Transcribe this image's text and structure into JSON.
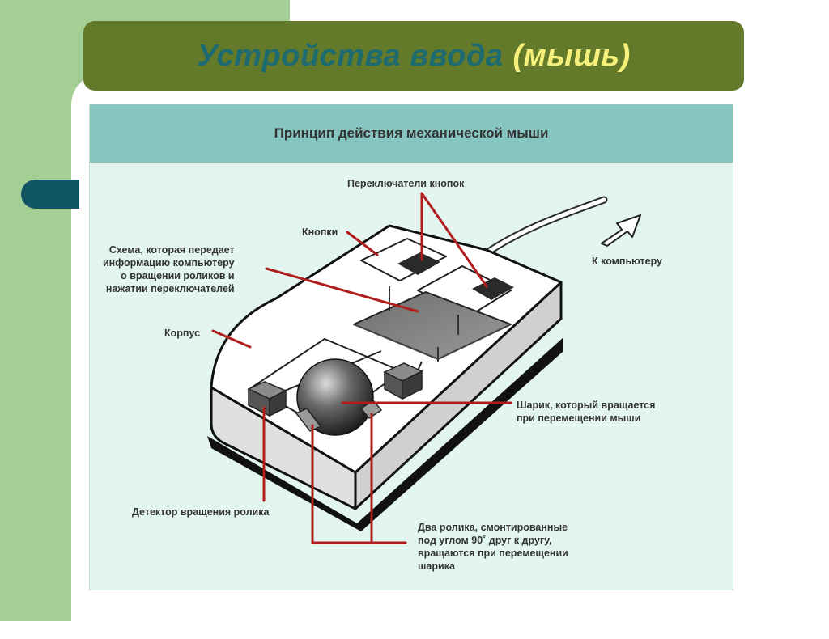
{
  "slide": {
    "title_main": "Устройства ввода",
    "title_accent": "(мышь)"
  },
  "figure": {
    "header": "Принцип действия механической мыши",
    "labels": {
      "switches": "Переключатели кнопок",
      "buttons": "Кнопки",
      "circuit": "Схема, которая передает информацию компьютеру о вращении роликов и нажатии переключателей",
      "body": "Корпус",
      "to_computer": "К компьютеру",
      "ball": "Шарик, который вращается при перемещении мыши",
      "detector": "Детектор вращения ролика",
      "rollers": "Два ролика, смонтированные под углом 90˚ друг к другу, вращаются при перемещении шарика"
    },
    "circuit_lines": [
      "Схема, которая передает",
      "информацию компьютеру",
      "о вращении роликов и",
      "нажатии переключателей"
    ],
    "ball_lines": [
      "Шарик, который вращается",
      "при перемещении мыши"
    ],
    "rollers_lines": [
      "Два ролика, смонтированные",
      "под углом 90˚ друг к другу,",
      "вращаются при перемещении",
      "шарика"
    ]
  },
  "colors": {
    "title_bar": "#637a2a",
    "title_main": "#1d6a70",
    "title_accent": "#f6f07a",
    "leader_line": "#b01d1d",
    "figure_bg": "#e2f5ef",
    "header_bg": "#87c6c0"
  }
}
